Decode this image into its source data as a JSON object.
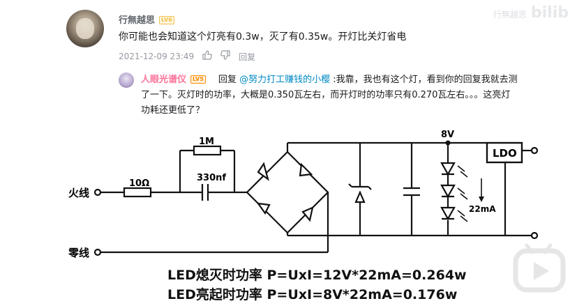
{
  "watermark": "行無越思",
  "comment": {
    "username": "行無越思",
    "level": "LV6",
    "text": "你可能也会知道这个灯亮有0.3w，灭了有0.35w。开灯比关灯省电",
    "timestamp": "2021-12-09 23:49",
    "reply_label": "回复",
    "icons": [
      "like-icon",
      "dislike-icon"
    ]
  },
  "reply": {
    "username": "人眼光谱仪",
    "level": "LV5",
    "prefix": "回复",
    "mention": "@努力打工赚钱的小樱",
    "text": ":我靠，我也有这个灯，看到你的回复我就去测了一下。灭灯时的功率，大概是0.350瓦左右，而开灯时的功率只有0.270瓦左右。。。这亮灯功耗还更低了？"
  },
  "circuit": {
    "label_live": "火线",
    "label_neutral": "零线",
    "resistor_10": "10Ω",
    "resistor_1m": "1M",
    "capacitor": "330nf",
    "voltage": "8V",
    "ldo": "LDO",
    "current": "22mA"
  },
  "formulas": {
    "off": "LED熄灭时功率  P=UxI=12V*22mA=0.264w",
    "on": "LED亮起时功率  P=UxI=8V*22mA=0.176w"
  },
  "colors": {
    "username": "#61666d",
    "reply_name": "#fb7299",
    "mention": "#008ac5",
    "meta": "#9499a0"
  }
}
